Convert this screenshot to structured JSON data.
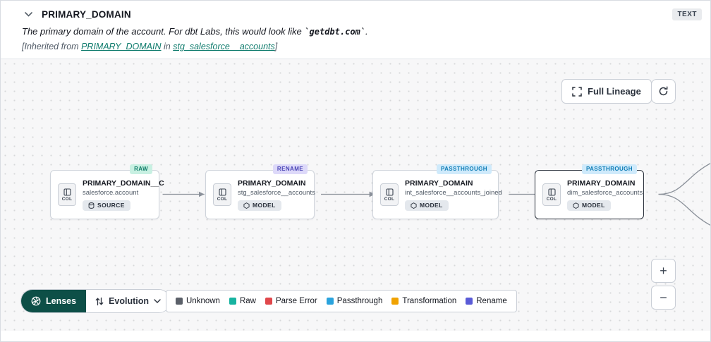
{
  "header": {
    "title": "PRIMARY_DOMAIN",
    "type_badge": "TEXT",
    "description": {
      "before": "The primary domain of the account. For dbt Labs, this would look like ",
      "code": "`getdbt.com`",
      "after": "."
    },
    "inherited": {
      "open": "[Inherited from ",
      "column_link": "PRIMARY_DOMAIN",
      "infix": " in ",
      "model_link": "stg_salesforce__accounts",
      "close": "]"
    }
  },
  "canvas": {
    "toolbar": {
      "full_lineage": "Full Lineage"
    },
    "nodes": [
      {
        "tag": "RAW",
        "tag_bg": "#c8f0e2",
        "tag_color": "#0c7a66",
        "col_label": "COL",
        "title": "PRIMARY_DOMAIN__C",
        "subtitle": "salesforce.account",
        "badge": "SOURCE"
      },
      {
        "tag": "RENAME",
        "tag_bg": "#ddd9f9",
        "tag_color": "#4a45b5",
        "col_label": "COL",
        "title": "PRIMARY_DOMAIN",
        "subtitle": "stg_salesforce__accounts",
        "badge": "MODEL"
      },
      {
        "tag": "PASSTHROUGH",
        "tag_bg": "#cfeafb",
        "tag_color": "#0d7cb5",
        "col_label": "COL",
        "title": "PRIMARY_DOMAIN",
        "subtitle": "int_salesforce__accounts_joined",
        "badge": "MODEL"
      },
      {
        "tag": "PASSTHROUGH",
        "tag_bg": "#cfeafb",
        "tag_color": "#0d7cb5",
        "col_label": "COL",
        "title": "PRIMARY_DOMAIN",
        "subtitle": "dim_salesforce_accounts",
        "badge": "MODEL"
      }
    ],
    "zoom_in": "+",
    "zoom_out": "−"
  },
  "footer": {
    "lenses": "Lenses",
    "evolution": "Evolution",
    "legend": [
      {
        "label": "Unknown",
        "color": "#5b6069"
      },
      {
        "label": "Raw",
        "color": "#17b3a0"
      },
      {
        "label": "Parse Error",
        "color": "#e0474b"
      },
      {
        "label": "Passthrough",
        "color": "#2aa3dd"
      },
      {
        "label": "Transformation",
        "color": "#f0a202"
      },
      {
        "label": "Rename",
        "color": "#5a5bd7"
      }
    ]
  }
}
